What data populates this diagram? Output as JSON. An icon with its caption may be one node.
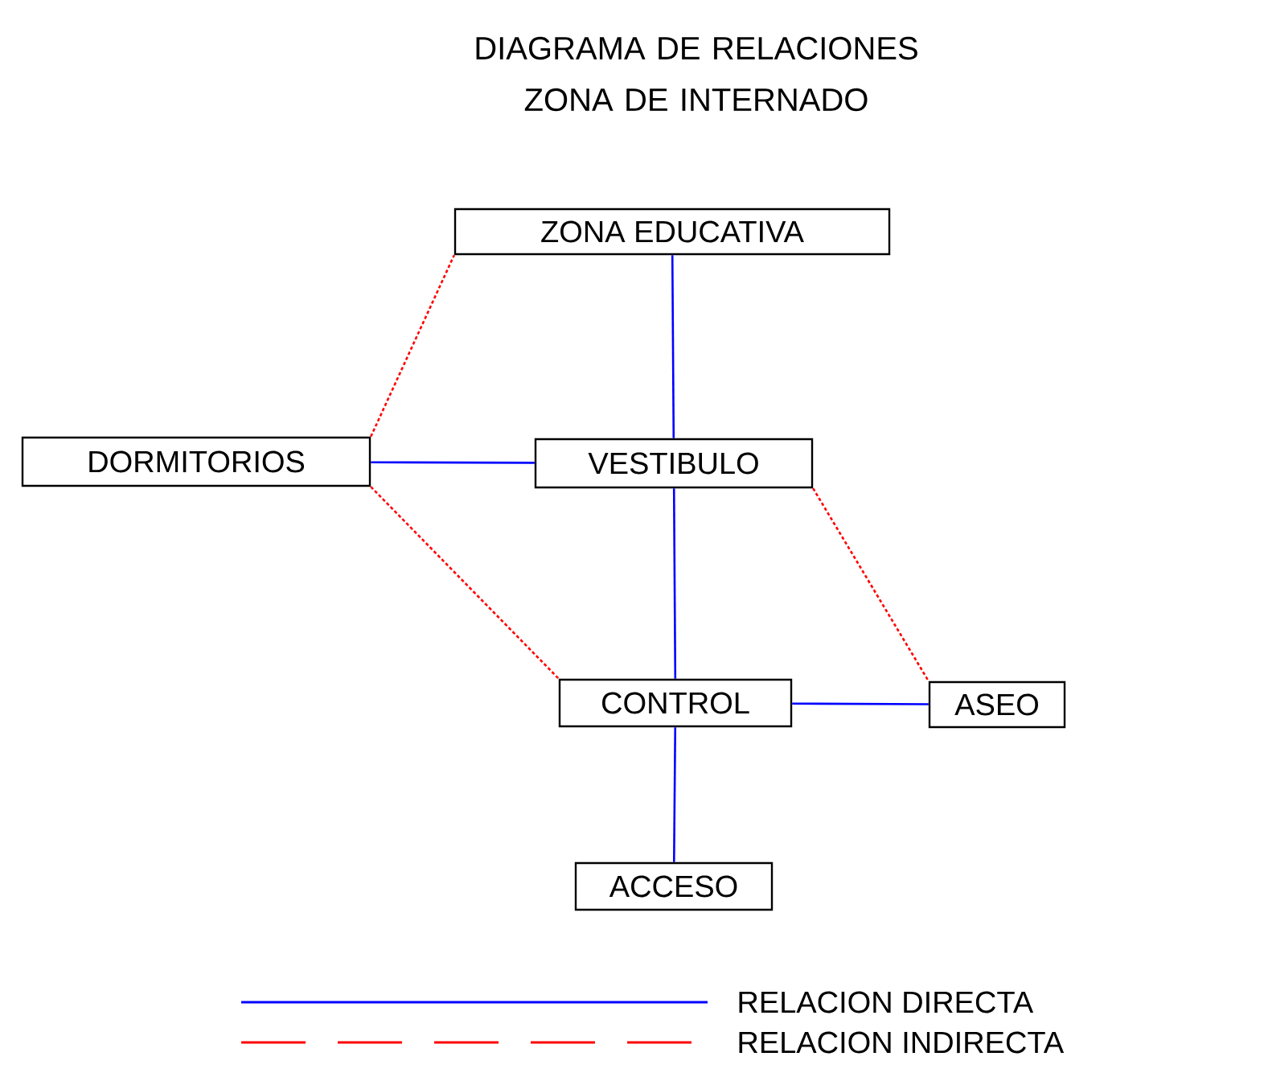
{
  "diagram": {
    "title": "DIAGRAMA DE RELACIONES ZONA DE INTERNADO",
    "nodes": [
      {
        "text": [
          "ZONA EDUCATIVA"
        ]
      },
      {
        "text": [
          "DORMITORIOS"
        ]
      },
      {
        "text": [
          "VESTIBULO"
        ]
      },
      {
        "text": [
          "CONTROL"
        ]
      },
      {
        "text": [
          "ASEO"
        ]
      },
      {
        "text": [
          "ACCESO"
        ]
      }
    ],
    "edges": [
      {
        "from": 0,
        "to": 2,
        "arrow": "none"
      },
      {
        "from": 1,
        "to": 0,
        "arrow": "none",
        "style": "dashed",
        "color": "#ff0000"
      },
      {
        "from": 1,
        "to": 2,
        "arrow": "none"
      },
      {
        "from": 1,
        "to": 3,
        "arrow": "none",
        "style": "dashed",
        "color": "#ff0000"
      },
      {
        "from": 2,
        "to": 4,
        "arrow": "none",
        "style": "dashed",
        "color": "#ff0000"
      },
      {
        "from": 2,
        "to": 3,
        "arrow": "none"
      },
      {
        "from": 3,
        "to": 4,
        "arrow": "none"
      },
      {
        "from": 3,
        "to": 5,
        "arrow": "none"
      }
    ],
    "legend": [
      {
        "text": "RELACION DIRECTA"
      },
      {
        "text": "RELACION INDIRECTA"
      }
    ]
  }
}
